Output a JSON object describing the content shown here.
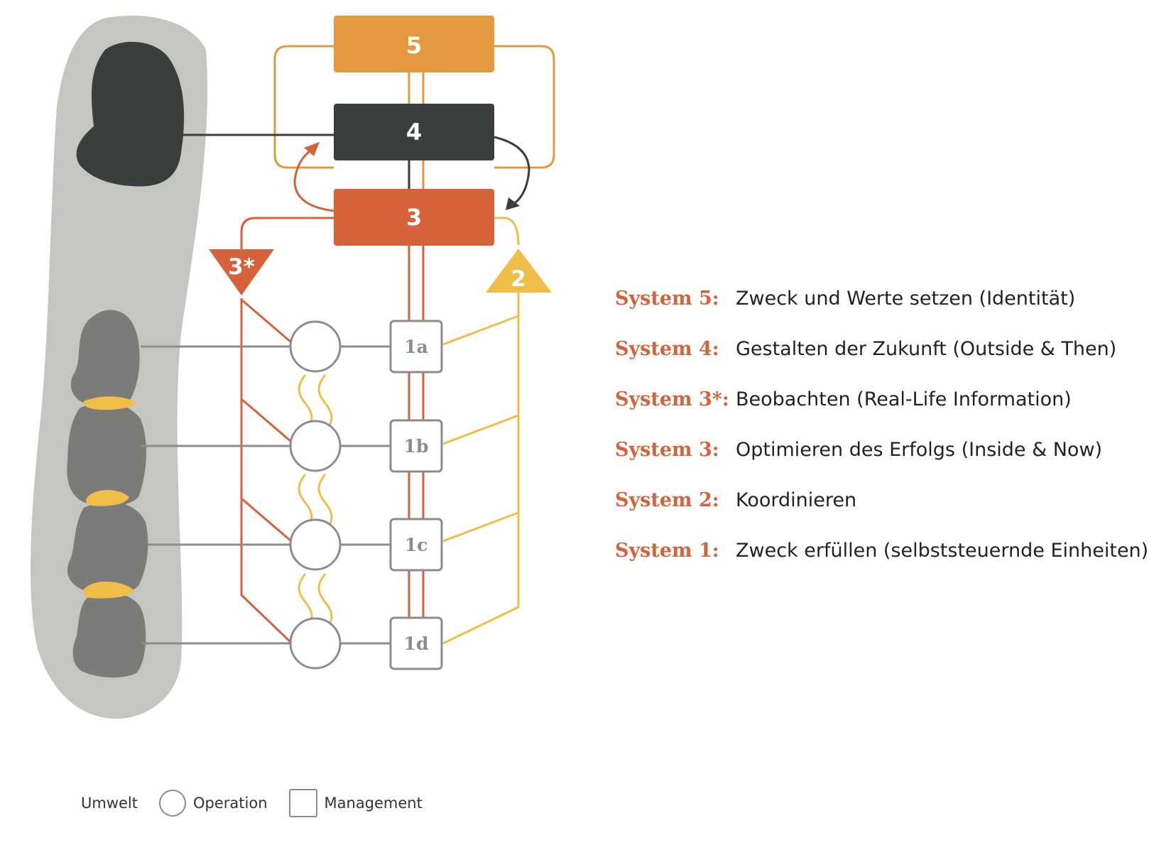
{
  "colors": {
    "system5": "#e39a3e",
    "system4": "#3b3e3e",
    "system3": "#d6623a",
    "system2": "#f0be48",
    "environment": "#c6c5c2",
    "environment_dark": "#3b3e3e",
    "environment_unit": "#7b7c7a",
    "grey_line": "#8c8c8c"
  },
  "diagram": {
    "box5": "5",
    "box4": "4",
    "box3": "3",
    "triangle_3star": "3*",
    "triangle_2": "2",
    "units": [
      "1a",
      "1b",
      "1c",
      "1d"
    ]
  },
  "legend": [
    {
      "name": "System 5:",
      "desc": "Zweck und Werte setzen (Identität)"
    },
    {
      "name": "System 4:",
      "desc": "Gestalten der Zukunft (Outside & Then)"
    },
    {
      "name": "System 3*:",
      "desc": "Beobachten (Real-Life Information)"
    },
    {
      "name": "System 3:",
      "desc": "Optimieren des Erfolgs (Inside & Now)"
    },
    {
      "name": "System 2:",
      "desc": "Koordinieren"
    },
    {
      "name": "System 1:",
      "desc": "Zweck erfüllen (selbststeuernde Einheiten)"
    }
  ],
  "key": {
    "environment": "Umwelt",
    "operation": "Operation",
    "management": "Management"
  }
}
